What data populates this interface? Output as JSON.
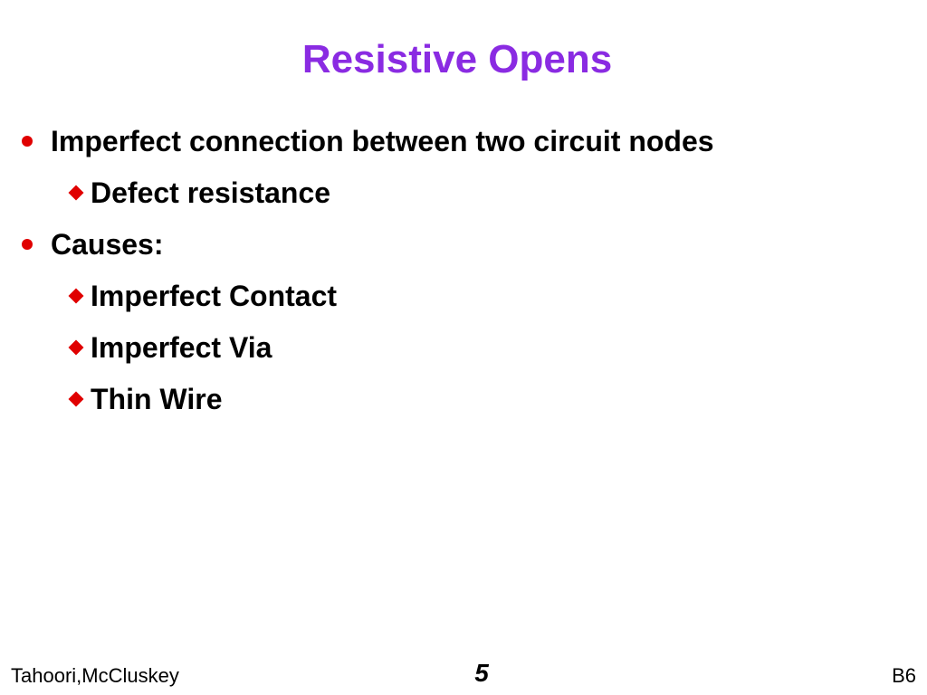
{
  "slide": {
    "title": "Resistive Opens",
    "bullets": [
      {
        "text": "Imperfect connection between two circuit nodes",
        "sub": [
          "Defect resistance"
        ]
      },
      {
        "text": "Causes:",
        "sub": [
          "Imperfect Contact",
          "Imperfect Via",
          "Thin Wire"
        ]
      }
    ]
  },
  "footer": {
    "authors": "Tahoori,McCluskey",
    "page_number": "5",
    "section": "B6"
  },
  "colors": {
    "title": "#8a2be2",
    "bullet": "#e00000",
    "text": "#000000",
    "background": "#ffffff"
  }
}
